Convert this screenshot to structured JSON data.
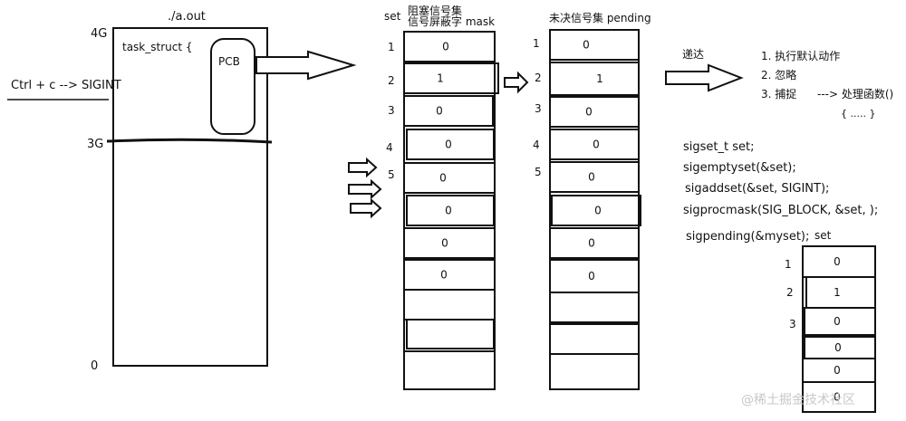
{
  "process": {
    "title": "./a.out",
    "mem_4g": "4G",
    "mem_3g": "3G",
    "mem_0": "0",
    "task_struct": "task_struct {",
    "pcb": "PCB",
    "ctrl_c": "Ctrl + c --> SIGINT"
  },
  "mask_table": {
    "set_label": "set",
    "header_line1": "阻塞信号集",
    "header_line2": "信号屏蔽字 mask",
    "row_labels": [
      "1",
      "2",
      "3",
      "4",
      "5"
    ],
    "cells": [
      "0",
      "1",
      "0",
      "0",
      "0",
      "0",
      "0",
      "0",
      "",
      "",
      ""
    ]
  },
  "pending_table": {
    "header": "未决信号集 pending",
    "row_labels": [
      "1",
      "2",
      "3",
      "4",
      "5"
    ],
    "cells": [
      "0",
      "1",
      "0",
      "0",
      "0",
      "0",
      "0",
      "0",
      "",
      "",
      ""
    ]
  },
  "delivery": {
    "label": "递达",
    "action_1": "1. 执行默认动作",
    "action_2": "2. 忽略",
    "action_3": "3. 捕捉",
    "handler": "---> 处理函数()",
    "handler_body": "{ ..... }"
  },
  "code": {
    "line1": "sigset_t set;",
    "line2": "sigemptyset(&set);",
    "line3": "sigaddset(&set, SIGINT);",
    "line4": "sigprocmask(SIG_BLOCK, &set, );",
    "line5": "sigpending(&myset);"
  },
  "set_table": {
    "label": "set",
    "row_labels": [
      "1",
      "2",
      "3"
    ],
    "cells": [
      "0",
      "1",
      "0",
      "0",
      "0",
      "0"
    ]
  },
  "watermark": "@稀土掘金技术社区",
  "colors": {
    "ink": "#111111",
    "watermark": "#c8c8c8"
  }
}
